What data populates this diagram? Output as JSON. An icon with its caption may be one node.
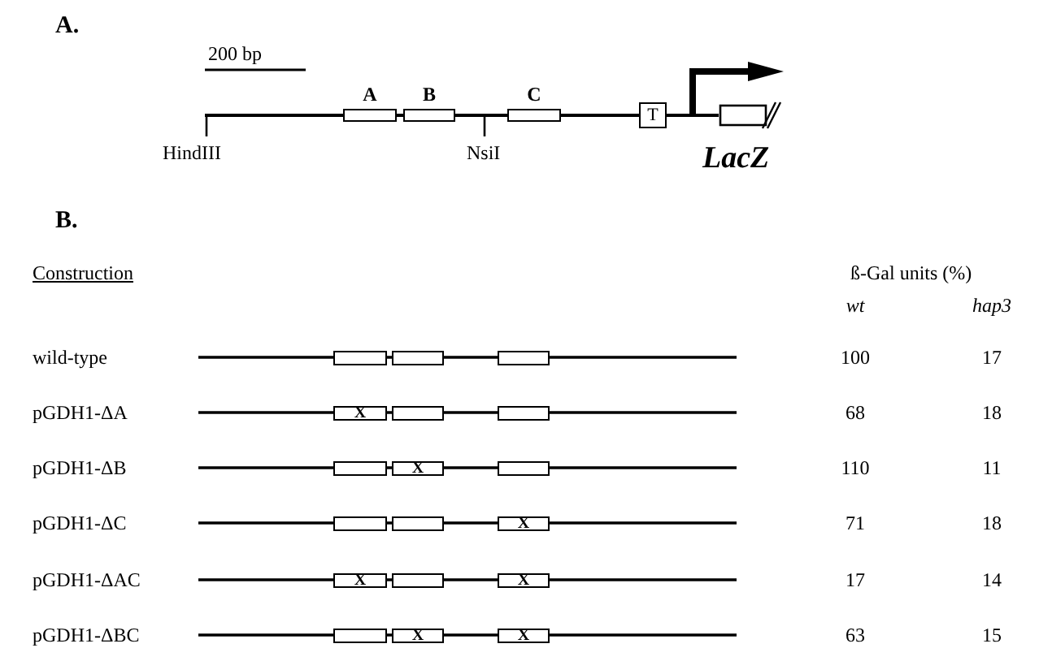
{
  "diagram": {
    "nodes": [
      {
        "text": [
          "A"
        ]
      },
      {
        "text": [
          "B"
        ]
      },
      {
        "text": [
          "C"
        ]
      },
      {
        "text": [
          "T"
        ]
      },
      {
        "text": [
          "LacZ"
        ]
      },
      {
        "text": [],
        "shape": "box"
      },
      {
        "text": [],
        "shape": "box"
      },
      {
        "text": [],
        "shape": "box"
      },
      {
        "text": [
          "X"
        ]
      },
      {
        "text": [],
        "shape": "box"
      },
      {
        "text": [],
        "shape": "box"
      },
      {
        "text": [],
        "shape": "box"
      },
      {
        "text": [
          "X"
        ]
      },
      {
        "text": [],
        "shape": "box"
      },
      {
        "text": [],
        "shape": "box"
      },
      {
        "text": [],
        "shape": "box"
      },
      {
        "text": [
          "X"
        ]
      },
      {
        "text": [
          "X"
        ]
      },
      {
        "text": [],
        "shape": "box"
      },
      {
        "text": [
          "X"
        ]
      },
      {
        "text": [],
        "shape": "box"
      },
      {
        "text": [
          "X"
        ]
      },
      {
        "text": [
          "X"
        ]
      }
    ],
    "labels": [
      "A.",
      "200 bp",
      "HindIII",
      "NsiI",
      "B.",
      "Construction",
      "ß-Gal units (%)",
      "wt",
      "hap3",
      "wild-type",
      "100",
      "17",
      "pGDH1-ΔA",
      "68",
      "18",
      "pGDH1-ΔB",
      "110",
      "11",
      "pGDH1-ΔC",
      "71",
      "18",
      "pGDH1-ΔAC",
      "17",
      "14",
      "pGDH1-ΔBC",
      "63",
      "15"
    ]
  }
}
